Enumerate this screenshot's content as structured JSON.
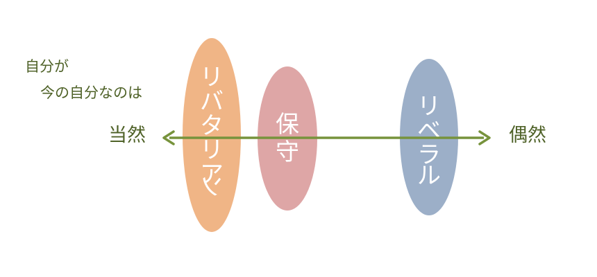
{
  "colors": {
    "text": "#4f6228",
    "arrow": "#77933c",
    "ellipse_liberarian": "#f0b586",
    "ellipse_conservative": "#dea6a6",
    "ellipse_liberal": "#9cafc8",
    "ellipse_text": "#ffffff"
  },
  "question": {
    "line1": "自分が",
    "line2": "今の自分なのは"
  },
  "axis": {
    "left_label": "当然",
    "right_label": "偶然"
  },
  "groups": [
    {
      "label": "リバタリアン"
    },
    {
      "label": "保守"
    },
    {
      "label": "リベラル"
    }
  ]
}
